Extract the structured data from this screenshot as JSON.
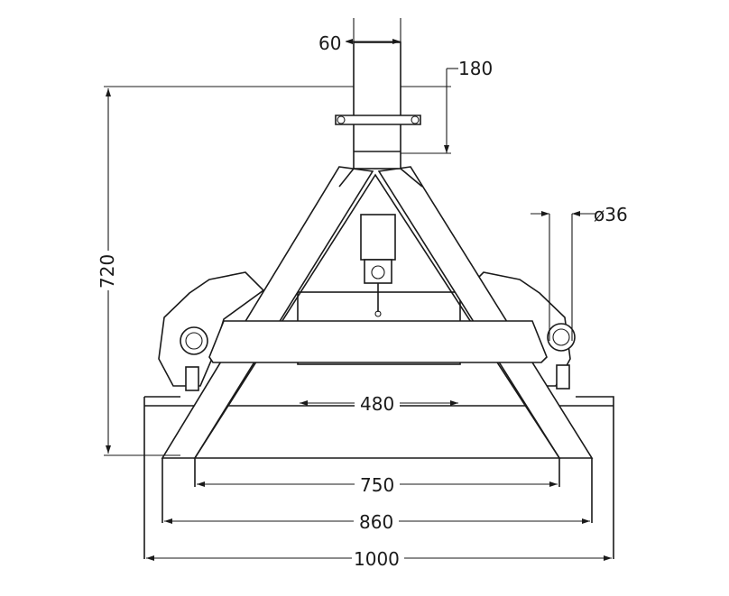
{
  "drawing": {
    "dimensions": {
      "top_width": "60",
      "top_height": "180",
      "total_height": "720",
      "pin_diameter": "ø36",
      "inner_span": "480",
      "bottom_inner": "750",
      "bottom_outer": "860",
      "overall_width": "1000"
    }
  }
}
